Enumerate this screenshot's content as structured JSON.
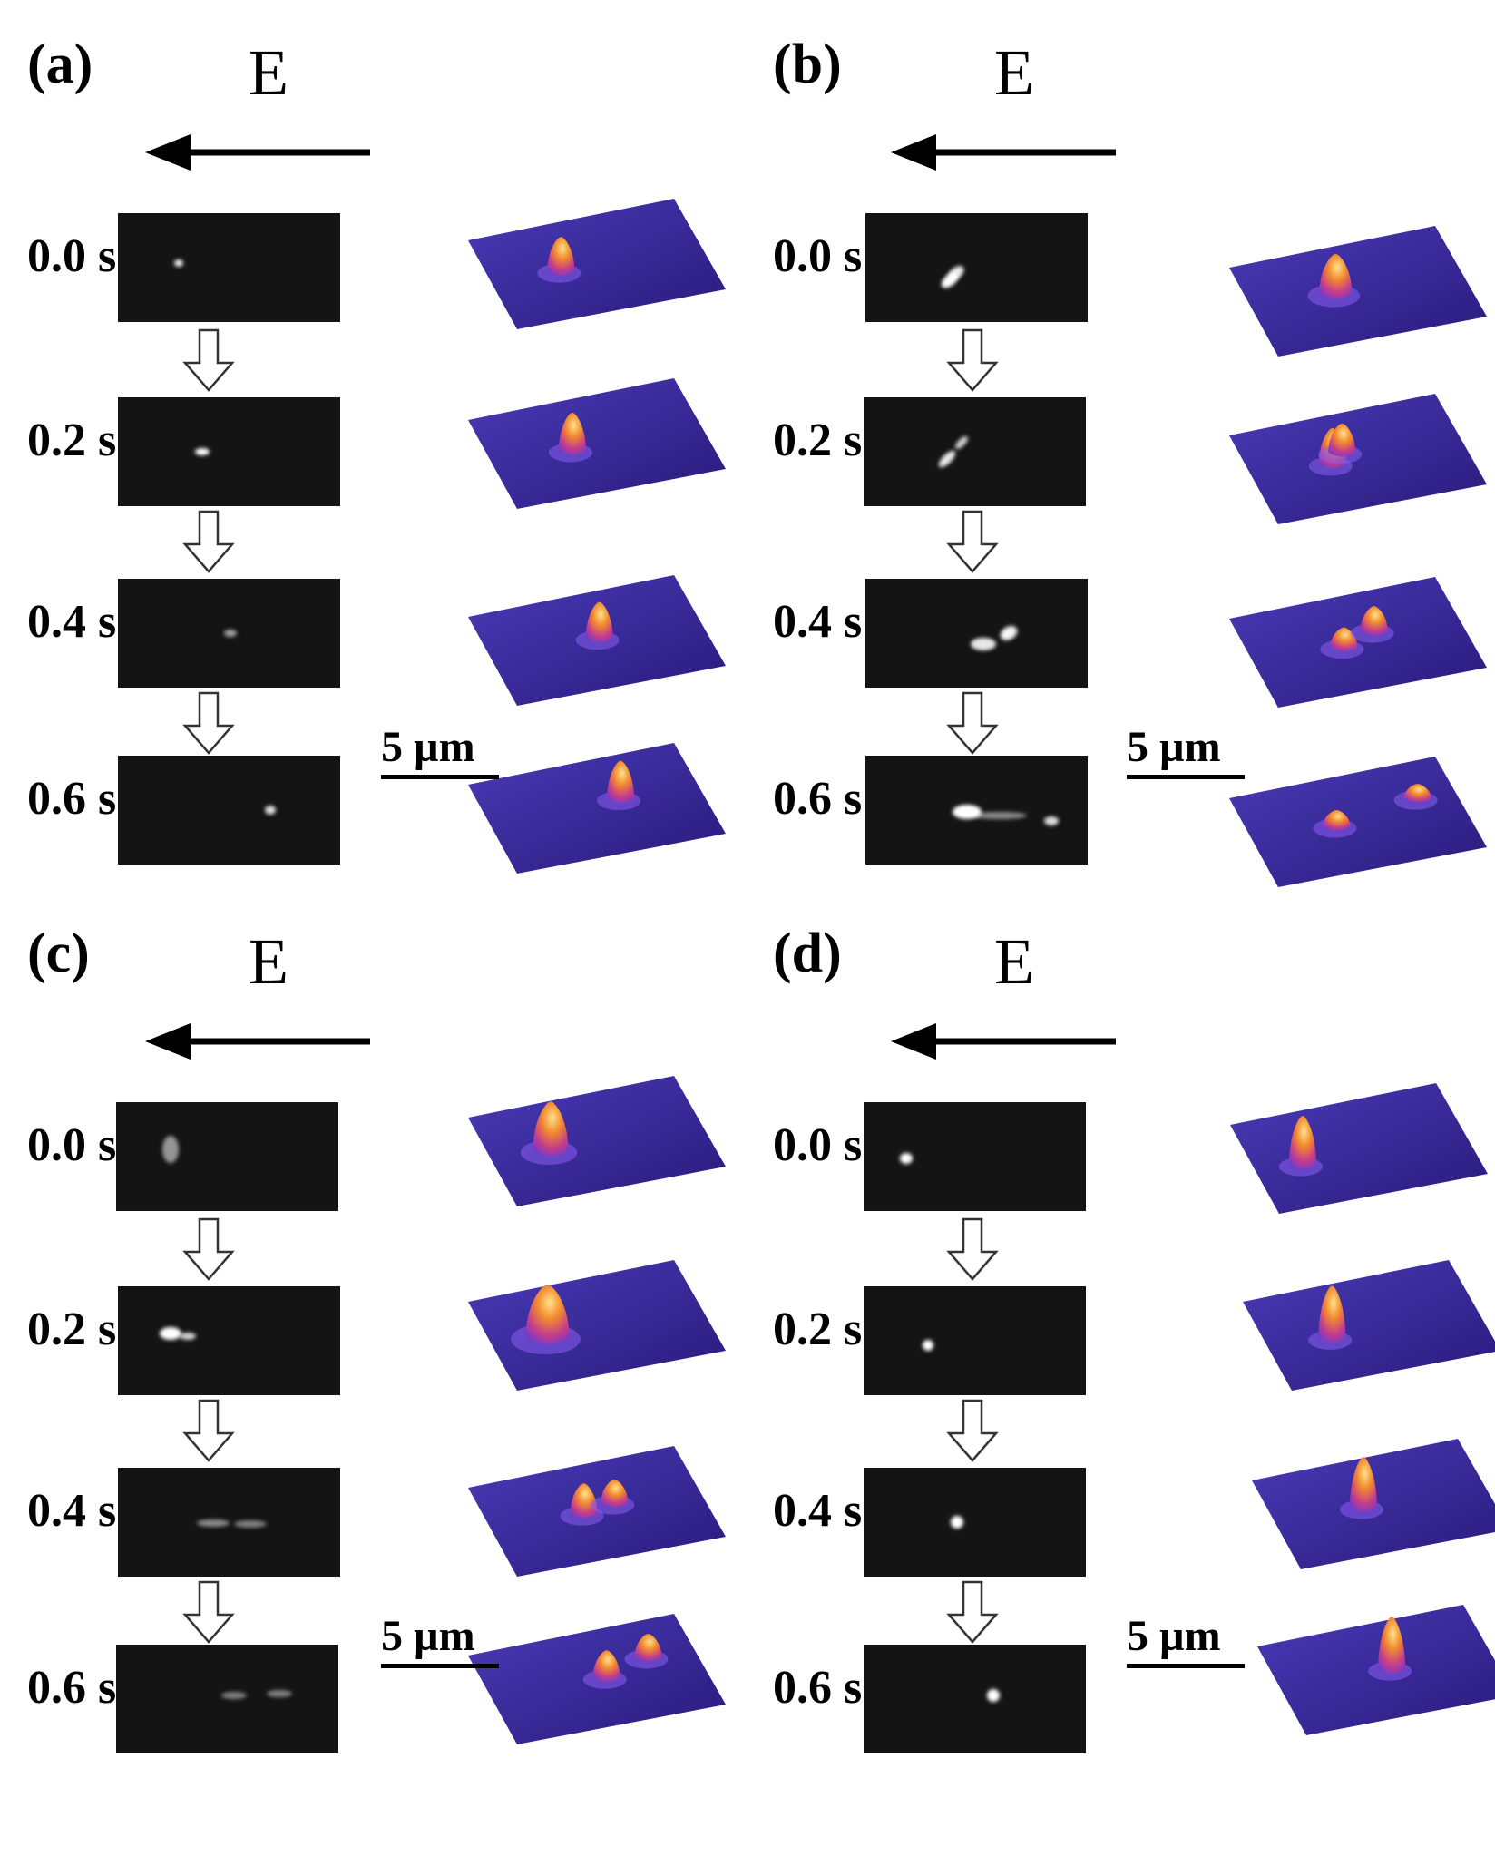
{
  "figure": {
    "field_label": "E",
    "scale_text": "5 µm",
    "colors": {
      "surface_base": "#3b2a9a",
      "surface_peak": "#ffe28a",
      "micrograph_bg": "#141414"
    },
    "panels": [
      {
        "label": "(a)",
        "frames": [
          {
            "time": "0.0 s"
          },
          {
            "time": "0.2 s"
          },
          {
            "time": "0.4 s"
          },
          {
            "time": "0.6 s"
          }
        ]
      },
      {
        "label": "(b)",
        "frames": [
          {
            "time": "0.0 s"
          },
          {
            "time": "0.2 s"
          },
          {
            "time": "0.4 s"
          },
          {
            "time": "0.6 s"
          }
        ]
      },
      {
        "label": "(c)",
        "frames": [
          {
            "time": "0.0 s"
          },
          {
            "time": "0.2 s"
          },
          {
            "time": "0.4 s"
          },
          {
            "time": "0.6 s"
          }
        ]
      },
      {
        "label": "(d)",
        "frames": [
          {
            "time": "0.0 s"
          },
          {
            "time": "0.2 s"
          },
          {
            "time": "0.4 s"
          },
          {
            "time": "0.6 s"
          }
        ]
      }
    ]
  }
}
